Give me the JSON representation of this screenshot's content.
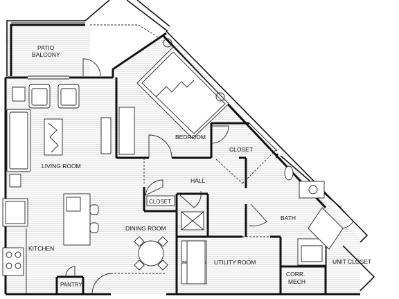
{
  "rooms": {
    "patio_balcony": [
      "PATIO",
      "BALCONY"
    ],
    "living_room": "LIVING ROOM",
    "bedroom": "BEDROOM",
    "closet": "CLOSET",
    "hall": "HALL",
    "hall_closet": "CLOSET",
    "dining_room": "DINING ROOM",
    "kitchen": "KITCHEN",
    "pantry": "PANTRY",
    "utility_room": "UTILITY ROOM",
    "bath": "BATH",
    "corr_mech": [
      "CORR.",
      "MECH"
    ],
    "unit_closet": "UNIT CLOSET"
  }
}
